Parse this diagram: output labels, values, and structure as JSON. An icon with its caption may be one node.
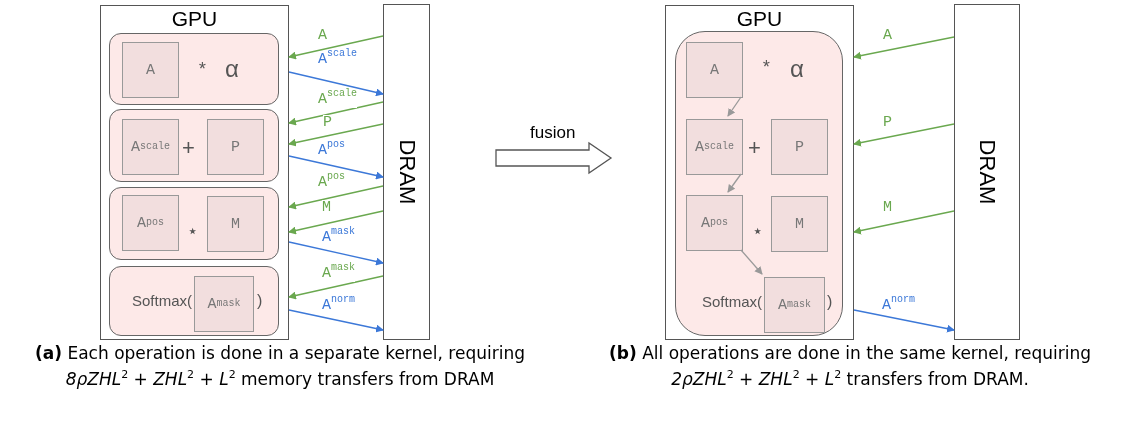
{
  "diagram": {
    "nodes": [
      {
        "text": [
          "GPU"
        ]
      },
      {
        "text": [
          "*",
          "α"
        ],
        "in": 0
      },
      {
        "text": [
          "A"
        ],
        "in": 1
      },
      {
        "text": [
          "+"
        ],
        "in": 0
      },
      {
        "text": [
          "A$^{scale}$"
        ],
        "in": 3
      },
      {
        "text": [
          "P"
        ],
        "in": 3
      },
      {
        "text": [
          "⋆"
        ],
        "in": 0
      },
      {
        "text": [
          "A$^{pos}$"
        ],
        "in": 6
      },
      {
        "text": [
          "M"
        ],
        "in": 6
      },
      {
        "text": [
          "Softmax(",
          ")"
        ],
        "in": 0
      },
      {
        "text": [
          "A$^{mask}$"
        ],
        "in": 9
      },
      {
        "text": [
          "DRAM"
        ]
      },
      {
        "text": [
          "GPU"
        ]
      },
      {
        "text": [
          "*",
          "α",
          "+",
          "⋆",
          "Softmax(",
          ")"
        ],
        "in": 12
      },
      {
        "text": [
          "A"
        ],
        "in": 13
      },
      {
        "text": [
          "A$^{scale}$"
        ],
        "in": 13
      },
      {
        "text": [
          "P"
        ],
        "in": 13
      },
      {
        "text": [
          "A$^{pos}$"
        ],
        "in": 13
      },
      {
        "text": [
          "M"
        ],
        "in": 13
      },
      {
        "text": [
          "A$^{mask}$"
        ],
        "in": 13
      },
      {
        "text": [
          "DRAM"
        ]
      }
    ],
    "edges": [
      {
        "from": 11,
        "to": 0,
        "arrow": "to",
        "label": "A"
      },
      {
        "from": 0,
        "to": 11,
        "arrow": "to",
        "label": "A$^{scale}$",
        "color": "#3c78d8"
      },
      {
        "from": 11,
        "to": 0,
        "arrow": "to",
        "label": "A$^{scale}$"
      },
      {
        "from": 11,
        "to": 0,
        "arrow": "to",
        "label": "P"
      },
      {
        "from": 0,
        "to": 11,
        "arrow": "to",
        "label": "A$^{pos}$",
        "color": "#3c78d8"
      },
      {
        "from": 11,
        "to": 0,
        "arrow": "to",
        "label": "A$^{pos}$"
      },
      {
        "from": 11,
        "to": 0,
        "arrow": "to",
        "label": "M"
      },
      {
        "from": 0,
        "to": 11,
        "arrow": "to",
        "label": "A$^{mask}$",
        "color": "#3c78d8"
      },
      {
        "from": 11,
        "to": 0,
        "arrow": "to",
        "label": "A$^{mask}$"
      },
      {
        "from": 0,
        "to": 11,
        "arrow": "to",
        "label": "A$^{norm}$",
        "color": "#3c78d8"
      },
      {
        "from": 11,
        "to": 12,
        "arrow": "to",
        "label": "fusion",
        "style": "thick",
        "color": "#555555"
      },
      {
        "from": 14,
        "to": 15,
        "arrow": "to",
        "color": "#999999"
      },
      {
        "from": 15,
        "to": 17,
        "arrow": "to",
        "color": "#999999"
      },
      {
        "from": 17,
        "to": 19,
        "arrow": "to",
        "color": "#999999"
      },
      {
        "from": 20,
        "to": 12,
        "arrow": "to",
        "label": "A"
      },
      {
        "from": 20,
        "to": 12,
        "arrow": "to",
        "label": "P"
      },
      {
        "from": 20,
        "to": 12,
        "arrow": "to",
        "label": "M"
      },
      {
        "from": 12,
        "to": 20,
        "arrow": "to",
        "label": "A$^{norm}$",
        "color": "#3c78d8"
      }
    ],
    "labels": [
      "**(a)** Each operation is done in a separate kernel, requiring *8ρZHL*$^{2}$ + *ZHL*$^{2}$ + *L*$^{2}$ memory transfers from DRAM",
      "**(b)** All operations are done in the same kernel, requiring *2ρZHL*$^{2}$ + *ZHL*$^{2}$ + *L*$^{2}$ transfers from DRAM."
    ]
  }
}
